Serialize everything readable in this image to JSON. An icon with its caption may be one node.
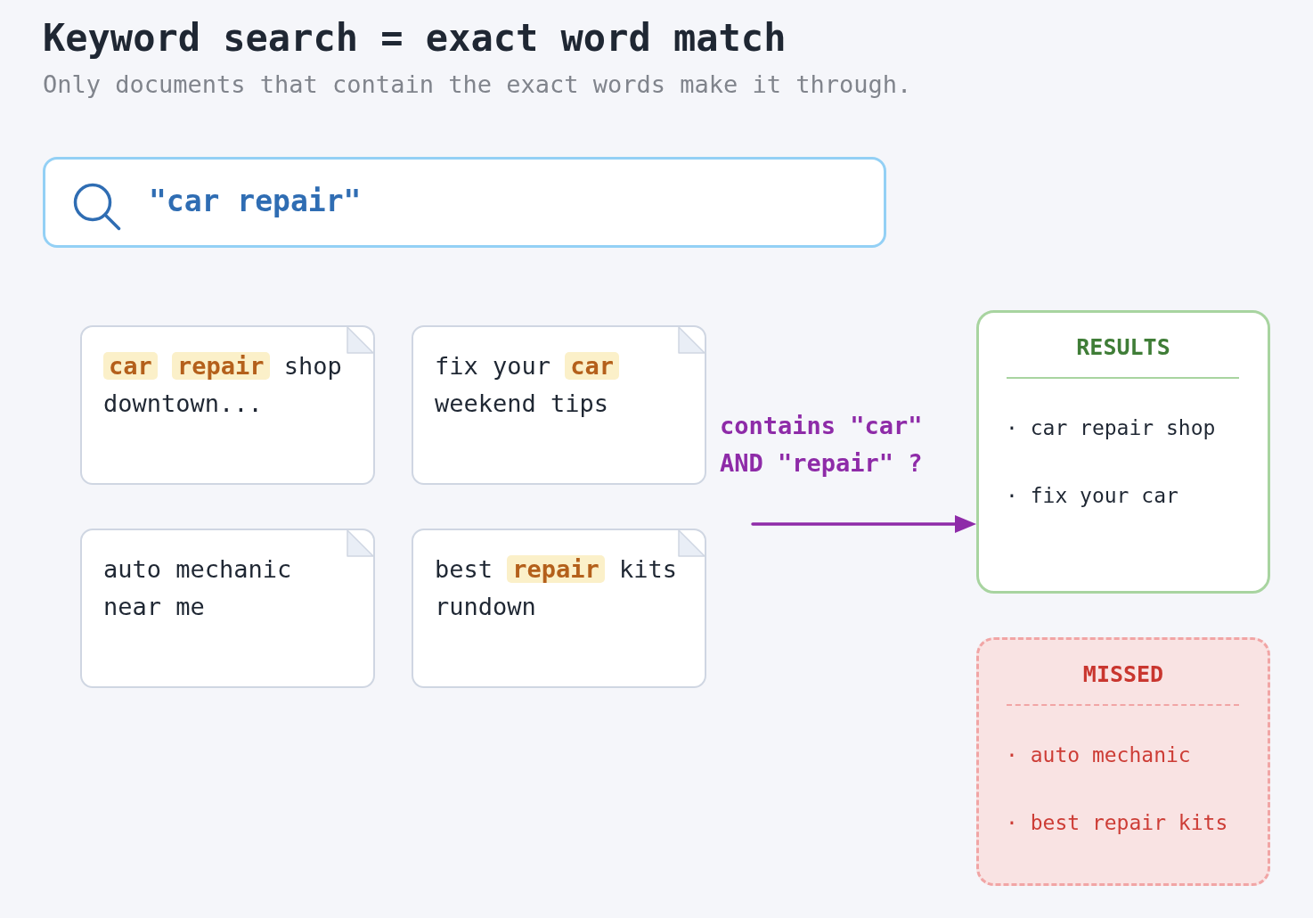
{
  "diagram": {
    "title": "Keyword search = exact word match",
    "nodes": [
      {
        "text": [
          "\"car repair\""
        ]
      },
      {
        "text": [
          "**car** **repair** shop downtown..."
        ]
      },
      {
        "text": [
          "fix your **car** weekend tips"
        ]
      },
      {
        "text": [
          "auto mechanic near me"
        ]
      },
      {
        "text": [
          "best **repair** kits rundown"
        ]
      },
      {
        "text": [
          "RESULTS",
          "· car repair shop",
          "· fix your car"
        ]
      },
      {
        "text": [
          "MISSED",
          "· auto mechanic",
          "· best repair kits"
        ]
      }
    ],
    "edges": [
      {
        "from": null,
        "to": 5,
        "arrow": "to",
        "label": "contains \"car\" AND \"repair\" ?"
      }
    ],
    "labels": [
      "Only documents that contain the exact words make it through."
    ]
  }
}
